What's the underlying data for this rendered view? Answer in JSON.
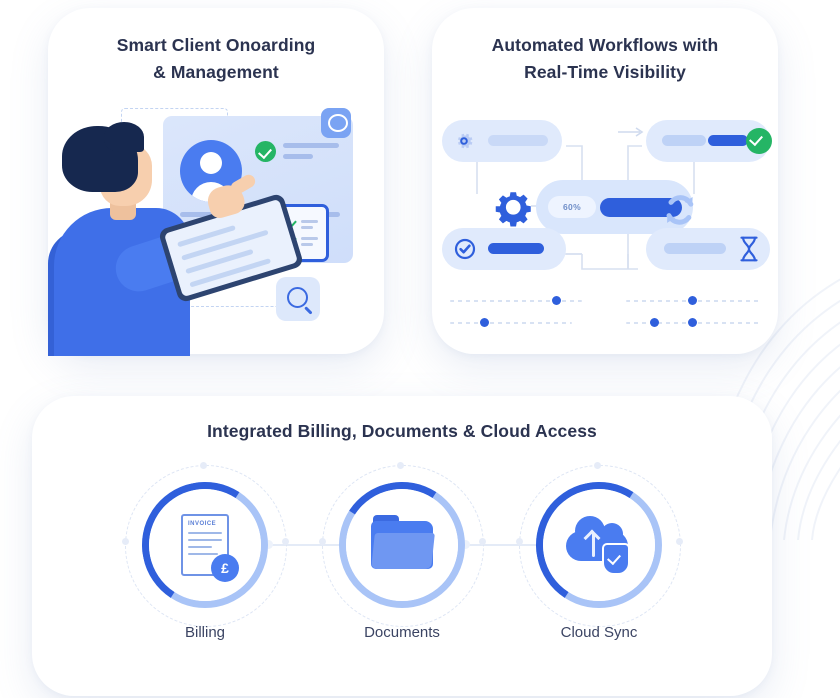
{
  "cards": [
    {
      "id": "onboarding",
      "title": "Smart Client Onoarding\n& Management",
      "title_line1": "Smart Client Onoarding",
      "title_line2": "& Management",
      "illustration": {
        "name": "person-with-tablet-profile-card",
        "elements": [
          "person-illustration",
          "tablet",
          "profile-card",
          "avatar",
          "green-check-badge",
          "checklist-icon",
          "search-icon",
          "chat-bubble-icon",
          "dashed-connector"
        ]
      }
    },
    {
      "id": "workflow",
      "title_line1": "Automated Workflows with",
      "title_line2": "Real-Time Visibility",
      "illustration": {
        "name": "workflow-diagram",
        "progress_label": "60%",
        "nodes": [
          {
            "name": "gear-node",
            "icon": "gear-icon"
          },
          {
            "name": "approved-node",
            "icon": "check-badge-icon"
          },
          {
            "name": "verified-node",
            "icon": "check-circle-icon"
          },
          {
            "name": "pending-node",
            "icon": "hourglass-icon"
          }
        ],
        "accents": [
          "gear-icon",
          "refresh-icon",
          "green-check-icon"
        ]
      }
    },
    {
      "id": "billing",
      "title_line1": "Integrated Billing, Documents & Cloud Access",
      "nodes": [
        {
          "label": "Billing",
          "icon": "invoice-icon",
          "invoice_heading": "INVOICE",
          "currency": "£"
        },
        {
          "label": "Documents",
          "icon": "folder-icon"
        },
        {
          "label": "Cloud Sync",
          "icon": "cloud-upload-shield-icon"
        }
      ]
    }
  ],
  "colors": {
    "primary_blue": "#2f5fdc",
    "light_blue": "#4a7cf0",
    "pale_blue": "#dbe6fb",
    "ring_light": "#a9c4f7",
    "green": "#25b565",
    "text_dark": "#2b3350",
    "label_text": "#3b4463",
    "background": "#ffffff"
  }
}
